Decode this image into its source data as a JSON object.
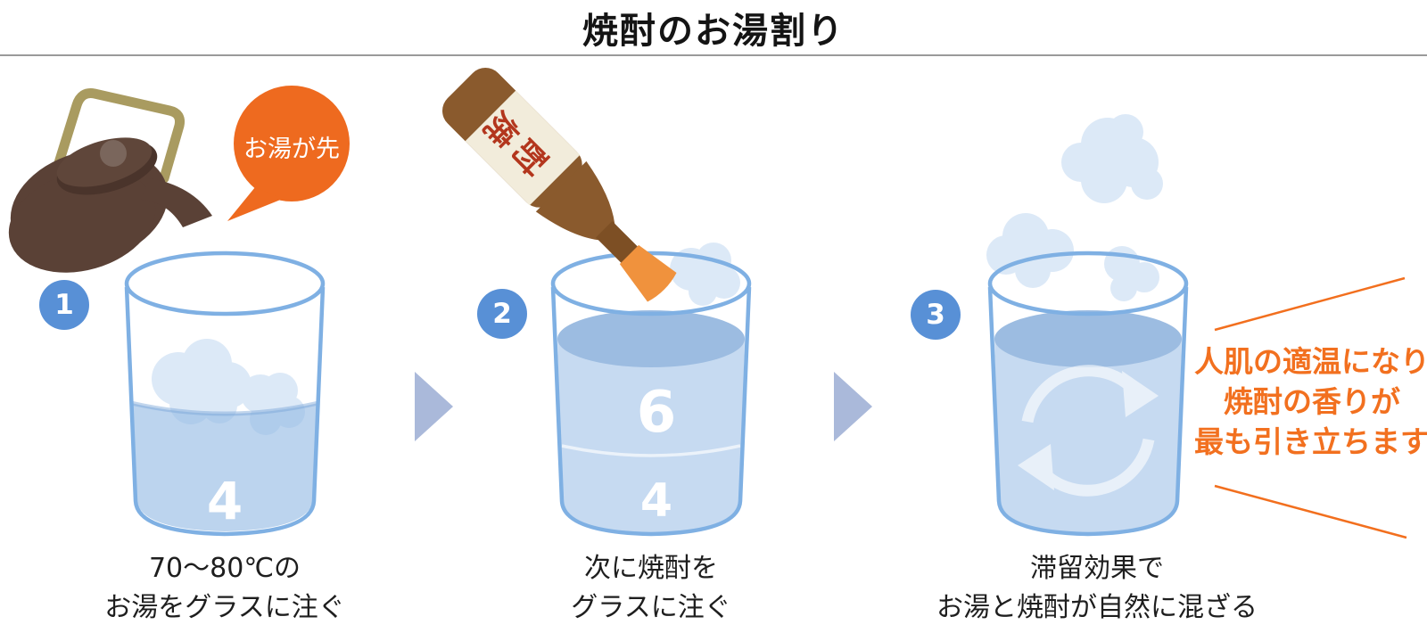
{
  "title": "焼酎のお湯割り",
  "steps": [
    {
      "number": "1",
      "bubble_text": "お湯が先",
      "water_ratio": "4",
      "caption": [
        "70〜80℃の",
        "お湯をグラスに注ぐ"
      ]
    },
    {
      "number": "2",
      "bottle_label": "焼酎",
      "shochu_ratio": "6",
      "water_ratio": "4",
      "caption": [
        "次に焼酎を",
        "グラスに注ぐ"
      ]
    },
    {
      "number": "3",
      "caption": [
        "滞留効果で",
        "お湯と焼酎が自然に混ざる"
      ]
    }
  ],
  "annotation": {
    "lines": [
      "人肌の適温になり",
      "焼酎の香りが",
      "最も引き立ちます"
    ]
  },
  "colors": {
    "accent_orange": "#ee6a1f",
    "annotation_orange": "#f2701f",
    "step_circle_blue": "#5890d6",
    "glass_outline_blue": "#7fb0e3",
    "water_blue": "#c6daf1",
    "water_surface_blue": "#9cbce1",
    "steam_blue": "#dce9f7",
    "next_arrow_blue": "#aab9da",
    "kettle_brown": "#5a4136",
    "kettle_handle_tan": "#a99b60",
    "bottle_brown": "#8a5a2d",
    "bottle_cap_orange": "#f0923d",
    "bottle_label_cream": "#f2ecdb",
    "bottle_label_red": "#b3361d"
  }
}
